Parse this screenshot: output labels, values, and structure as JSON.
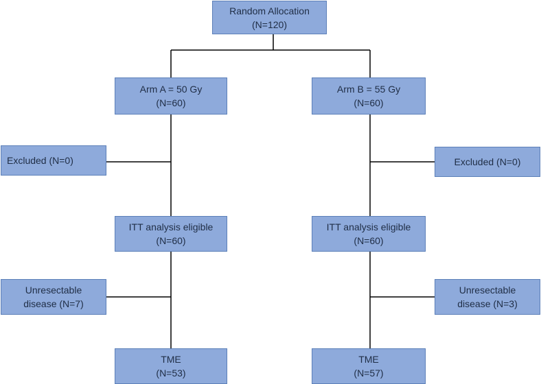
{
  "flowchart": {
    "root": {
      "title": "Random Allocation",
      "n": "(N=120)"
    },
    "arm_a": {
      "allocation": {
        "title": "Arm A = 50 Gy",
        "n": "(N=60)"
      },
      "excluded": {
        "text": "Excluded (N=0)"
      },
      "itt": {
        "title": "ITT analysis eligible",
        "n": "(N=60)"
      },
      "unresectable": {
        "line1": "Unresectable",
        "line2": "disease (N=7)"
      },
      "tme": {
        "title": "TME",
        "n": "(N=53)"
      }
    },
    "arm_b": {
      "allocation": {
        "title": "Arm B = 55 Gy",
        "n": "(N=60)"
      },
      "excluded": {
        "text": "Excluded (N=0)"
      },
      "itt": {
        "title": "ITT analysis eligible",
        "n": "(N=60)"
      },
      "unresectable": {
        "line1": "Unresectable",
        "line2": "disease (N=3)"
      },
      "tme": {
        "title": "TME",
        "n": "(N=57)"
      }
    }
  },
  "colors": {
    "box_fill": "#8eaadb",
    "box_border": "#5b7fb8",
    "line": "#000000"
  }
}
